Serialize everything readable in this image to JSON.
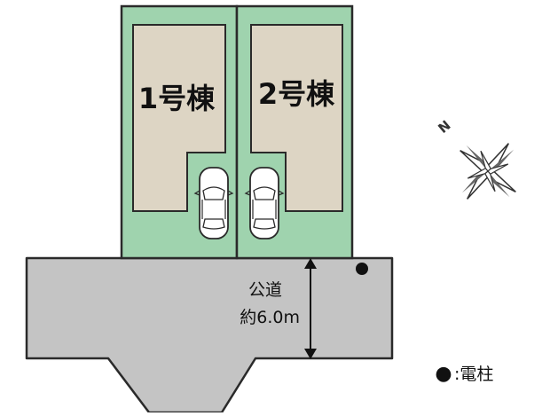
{
  "lots": [
    {
      "label": "1号棟"
    },
    {
      "label": "2号棟"
    }
  ],
  "road": {
    "name": "公道",
    "width_text": "約6.0m"
  },
  "compass": {
    "north_label": "N",
    "icon": "compass-rose-icon"
  },
  "legend": {
    "symbol": "●",
    "text": ":電柱"
  },
  "colors": {
    "lot_green": "#9fd3ae",
    "building": "#ddd5c4",
    "road_gray": "#c4c4c4",
    "outline": "#2a2a2a"
  }
}
